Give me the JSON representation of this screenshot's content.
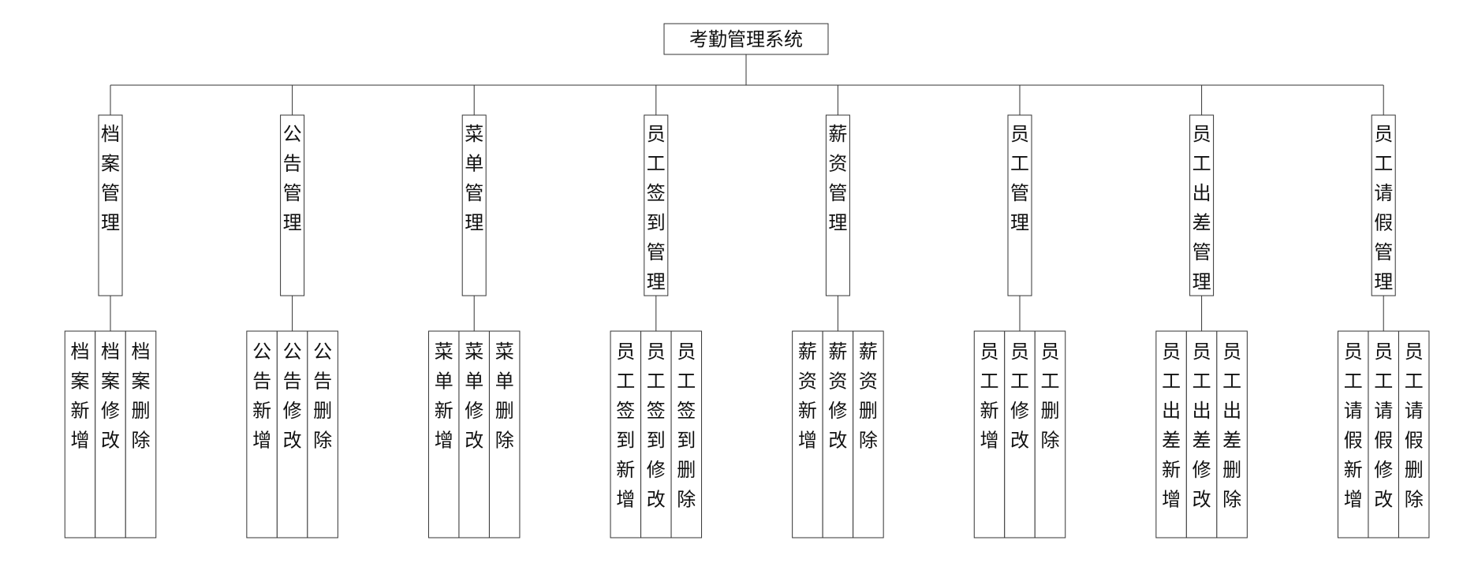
{
  "root": {
    "label": "考勤管理系统"
  },
  "modules": [
    {
      "label": "档案管理",
      "children": [
        "档案新增",
        "档案修改",
        "档案删除"
      ]
    },
    {
      "label": "公告管理",
      "children": [
        "公告新增",
        "公告修改",
        "公告删除"
      ]
    },
    {
      "label": "菜单管理",
      "children": [
        "菜单新增",
        "菜单修改",
        "菜单删除"
      ]
    },
    {
      "label": "员工签到管理",
      "children": [
        "员工签到新增",
        "员工签到修改",
        "员工签到删除"
      ]
    },
    {
      "label": "薪资管理",
      "children": [
        "薪资新增",
        "薪资修改",
        "薪资删除"
      ]
    },
    {
      "label": "员工管理",
      "children": [
        "员工新增",
        "员工修改",
        "员工删除"
      ]
    },
    {
      "label": "员工出差管理",
      "children": [
        "员工出差新增",
        "员工出差修改",
        "员工出差删除"
      ]
    },
    {
      "label": "员工请假管理",
      "children": [
        "员工请假新增",
        "员工请假修改",
        "员工请假删除"
      ]
    }
  ]
}
